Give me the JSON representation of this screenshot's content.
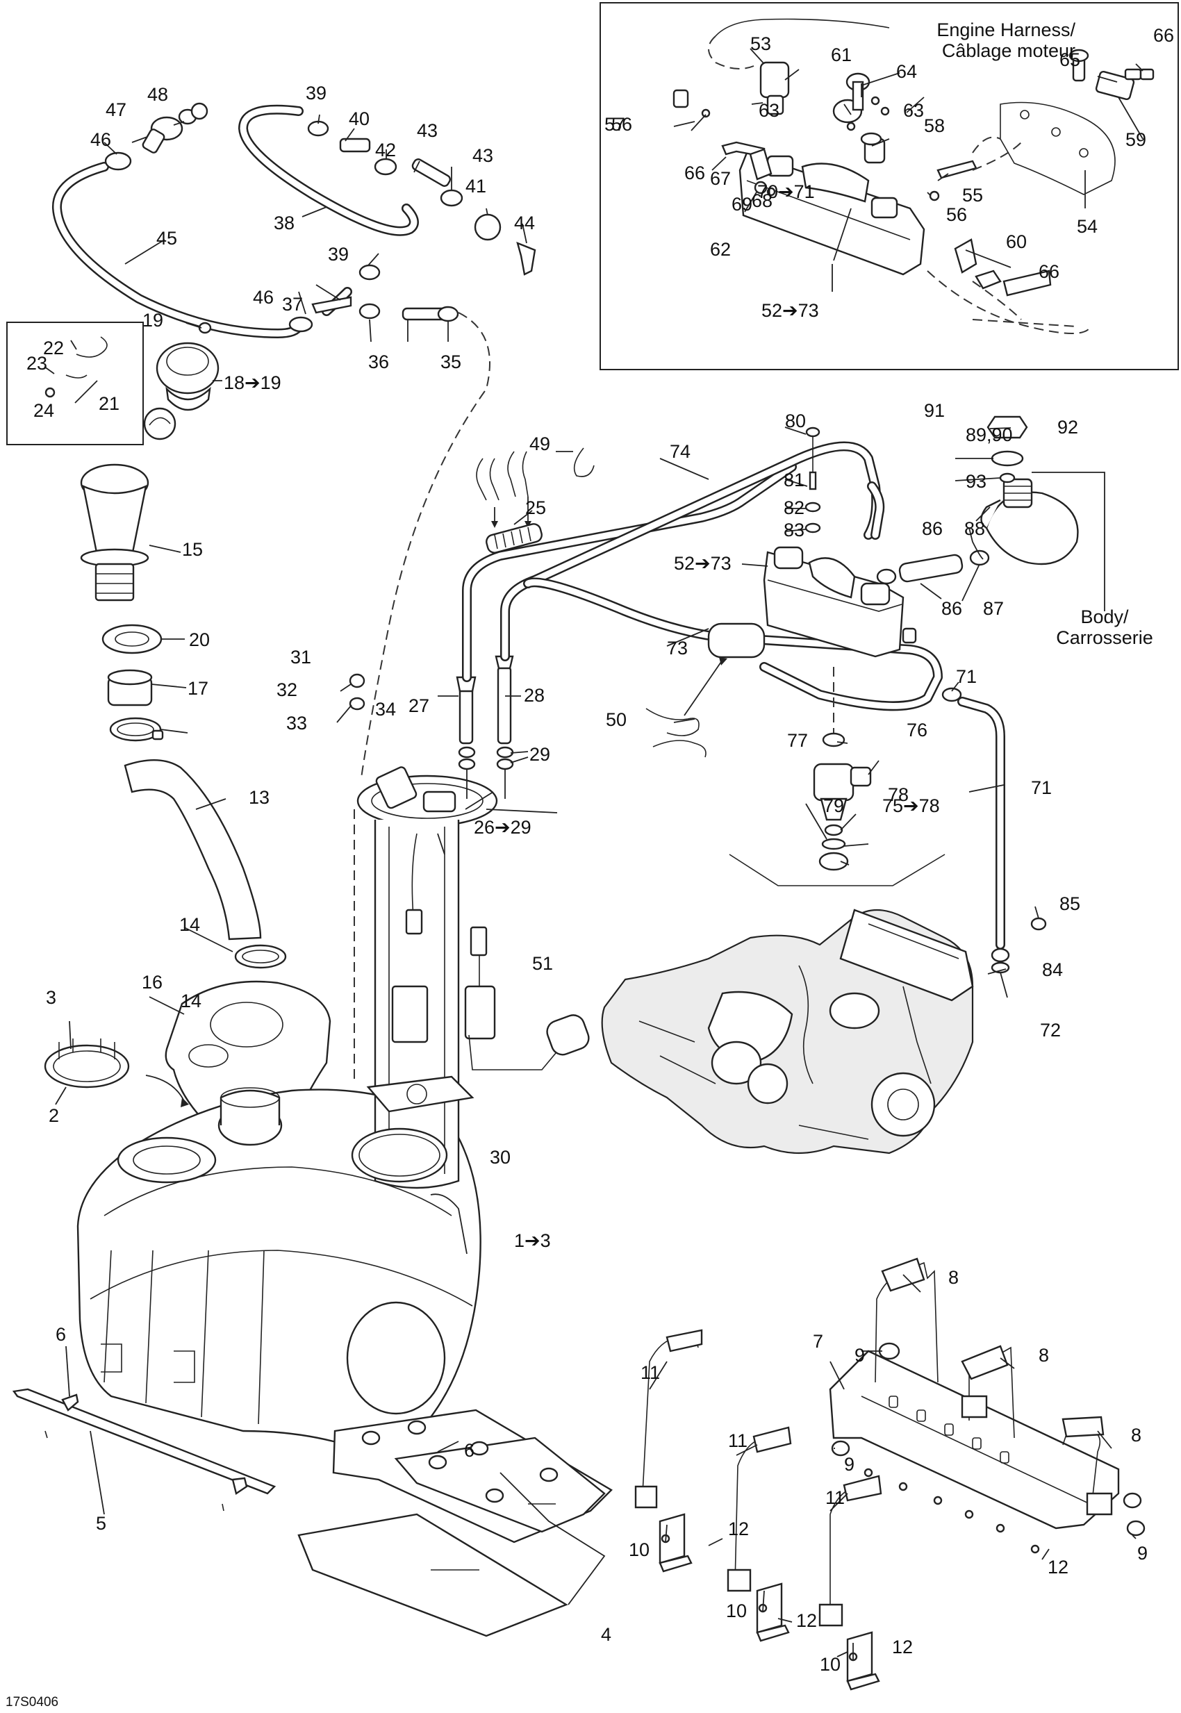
{
  "diagram": {
    "reference_code": "17S0406",
    "callouts": {
      "engine_harness": "Engine Harness/\nCâblage moteur",
      "body": "Body/\nCarrosserie"
    },
    "part_labels": [
      "1➔3",
      "2",
      "3",
      "4",
      "5",
      "6",
      "6",
      "7",
      "8",
      "8",
      "8",
      "9",
      "9",
      "9",
      "10",
      "10",
      "10",
      "11",
      "11",
      "11",
      "12",
      "12",
      "12",
      "12",
      "13",
      "14",
      "14",
      "15",
      "16",
      "17",
      "18➔19",
      "19",
      "20",
      "21",
      "22",
      "23",
      "24",
      "25",
      "26➔29",
      "27",
      "28",
      "29",
      "30",
      "31",
      "32",
      "33",
      "34",
      "35",
      "36",
      "37",
      "38",
      "39",
      "39",
      "40",
      "41",
      "42",
      "43",
      "43",
      "44",
      "45",
      "46",
      "46",
      "47",
      "48",
      "49",
      "50",
      "51",
      "52➔73",
      "52➔73",
      "53",
      "54",
      "55",
      "56",
      "56",
      "57",
      "58",
      "59",
      "60",
      "61",
      "62",
      "63",
      "63",
      "64",
      "65",
      "66",
      "66",
      "66",
      "67",
      "68",
      "69",
      "70➔71",
      "71",
      "71",
      "72",
      "73",
      "74",
      "75➔78",
      "76",
      "77",
      "78",
      "79",
      "80",
      "81",
      "82",
      "83",
      "84",
      "85",
      "86",
      "86",
      "87",
      "88",
      "89,90",
      "91",
      "92",
      "93"
    ]
  }
}
